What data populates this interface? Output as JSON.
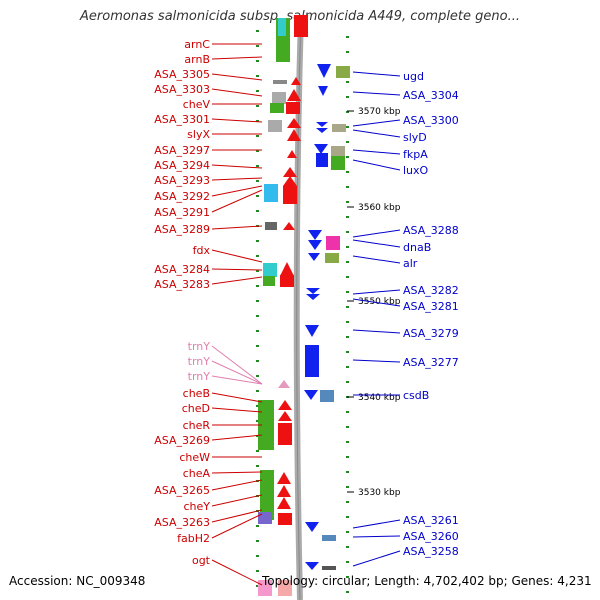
{
  "title": "Aeromonas salmonicida subsp. salmonicida A449, complete geno...",
  "accession": "Accession: NC_009348",
  "topology": "Topology: circular; Length: 4,702,402 bp; Genes: 4,231",
  "colors": {
    "left_label": "#cc0000",
    "right_label": "#0000cc",
    "trna_label": "#e07fae",
    "backbone": "#aaaaaa",
    "tick": "#228822"
  },
  "left_labels": [
    "arnC",
    "arnB",
    "ASA_3305",
    "ASA_3303",
    "cheV",
    "ASA_3301",
    "slyX",
    "ASA_3297",
    "ASA_3294",
    "ASA_3293",
    "ASA_3292",
    "ASA_3291",
    "ASA_3289",
    "fdx",
    "ASA_3284",
    "ASA_3283",
    "trnY",
    "trnY",
    "trnY",
    "cheB",
    "cheD",
    "cheR",
    "ASA_3269",
    "cheW",
    "cheA",
    "ASA_3265",
    "cheY",
    "ASA_3263",
    "fabH2",
    "ogt"
  ],
  "right_labels": [
    "ugd",
    "ASA_3304",
    "ASA_3300",
    "slyD",
    "fkpA",
    "luxO",
    "ASA_3288",
    "dnaB",
    "alr",
    "ASA_3282",
    "ASA_3281",
    "ASA_3279",
    "ASA_3277",
    "csdB",
    "ASA_3261",
    "ASA_3260",
    "ASA_3258"
  ],
  "scale_labels": [
    "3570 kbp",
    "3560 kbp",
    "3550 kbp",
    "3540 kbp",
    "3530 kbp"
  ]
}
